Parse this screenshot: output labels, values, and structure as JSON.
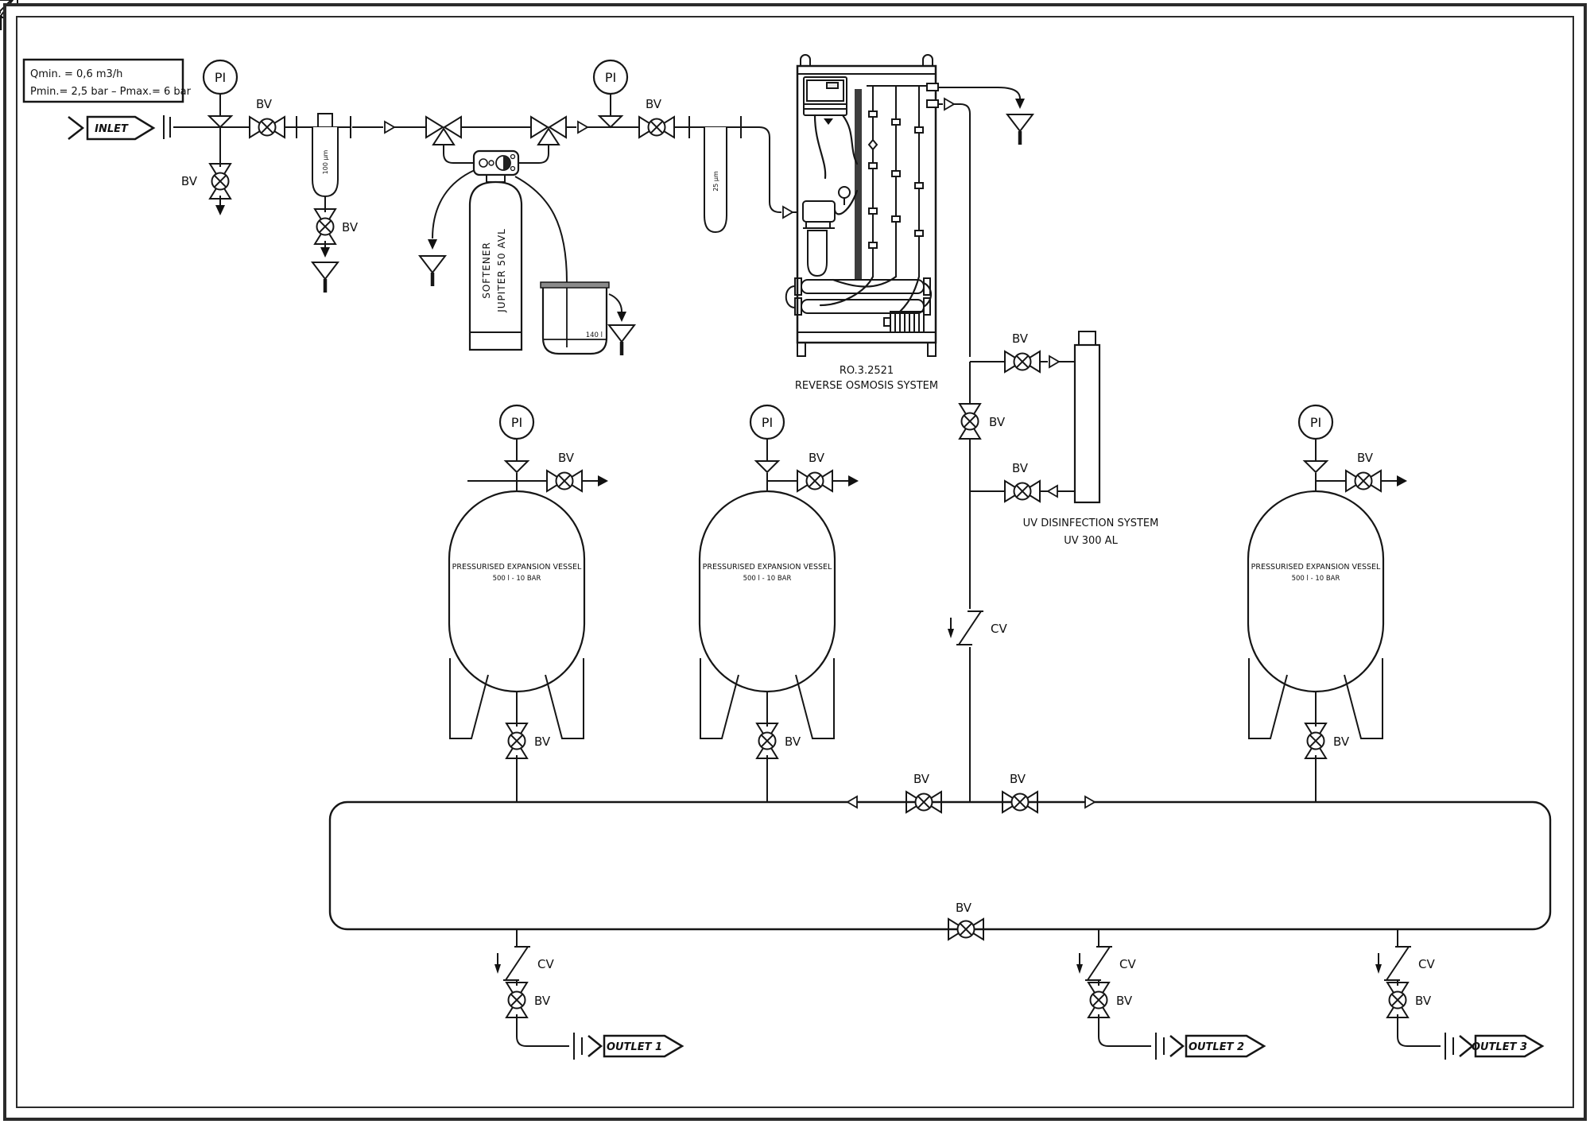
{
  "doc": {
    "info_box": {
      "line1": "Qmin. = 0,6 m3/h",
      "line2": "Pmin.= 2,5 bar – Pmax.= 6 bar"
    },
    "inlet_label": "INLET",
    "outlet_labels": [
      "OUTLET 1",
      "OUTLET 2",
      "OUTLET 3"
    ],
    "valve_labels": {
      "ball_valve": "BV",
      "check_valve": "CV",
      "pressure_indicator": "PI"
    },
    "filters": {
      "filter1_rating": "100 µm",
      "filter2_rating": "25 µm"
    },
    "softener": {
      "line1": "SOFTENER",
      "line2": "JUPITER 50 AVL",
      "brine_tank_volume": "140 l"
    },
    "ro_system": {
      "model": "RO.3.2521",
      "name": "REVERSE OSMOSIS  SYSTEM"
    },
    "uv_system": {
      "name": "UV DISINFECTION SYSTEM",
      "model": "UV 300 AL"
    },
    "expansion_vessel": {
      "line1": "PRESSURISED EXPANSION VESSEL",
      "line2": "500 l - 10 BAR"
    }
  }
}
